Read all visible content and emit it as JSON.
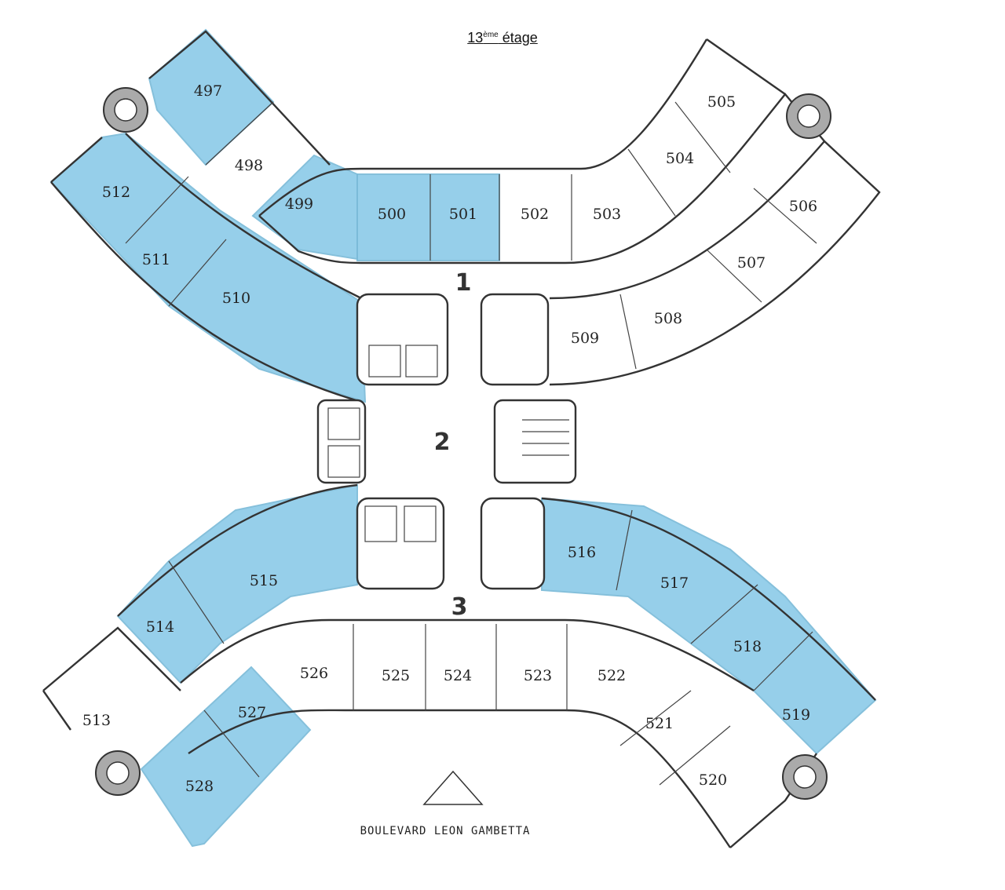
{
  "title": {
    "main": "13",
    "sup": "ème",
    "rest": " étage"
  },
  "street_name": "BOULEVARD LEON GAMBETTA",
  "zones": [
    "1",
    "2",
    "3"
  ],
  "highlight_color": "#8ecbe9",
  "rooms": [
    {
      "id": "497",
      "available": true
    },
    {
      "id": "498",
      "available": false
    },
    {
      "id": "499",
      "available": true
    },
    {
      "id": "500",
      "available": true
    },
    {
      "id": "501",
      "available": true
    },
    {
      "id": "502",
      "available": false
    },
    {
      "id": "503",
      "available": false
    },
    {
      "id": "504",
      "available": false
    },
    {
      "id": "505",
      "available": false
    },
    {
      "id": "506",
      "available": false
    },
    {
      "id": "507",
      "available": false
    },
    {
      "id": "508",
      "available": false
    },
    {
      "id": "509",
      "available": false
    },
    {
      "id": "510",
      "available": true
    },
    {
      "id": "511",
      "available": true
    },
    {
      "id": "512",
      "available": true
    },
    {
      "id": "513",
      "available": false
    },
    {
      "id": "514",
      "available": true
    },
    {
      "id": "515",
      "available": true
    },
    {
      "id": "516",
      "available": true
    },
    {
      "id": "517",
      "available": true
    },
    {
      "id": "518",
      "available": true
    },
    {
      "id": "519",
      "available": true
    },
    {
      "id": "520",
      "available": false
    },
    {
      "id": "521",
      "available": false
    },
    {
      "id": "522",
      "available": false
    },
    {
      "id": "523",
      "available": false
    },
    {
      "id": "524",
      "available": false
    },
    {
      "id": "525",
      "available": false
    },
    {
      "id": "526",
      "available": false
    },
    {
      "id": "527",
      "available": true
    },
    {
      "id": "528",
      "available": true
    }
  ]
}
